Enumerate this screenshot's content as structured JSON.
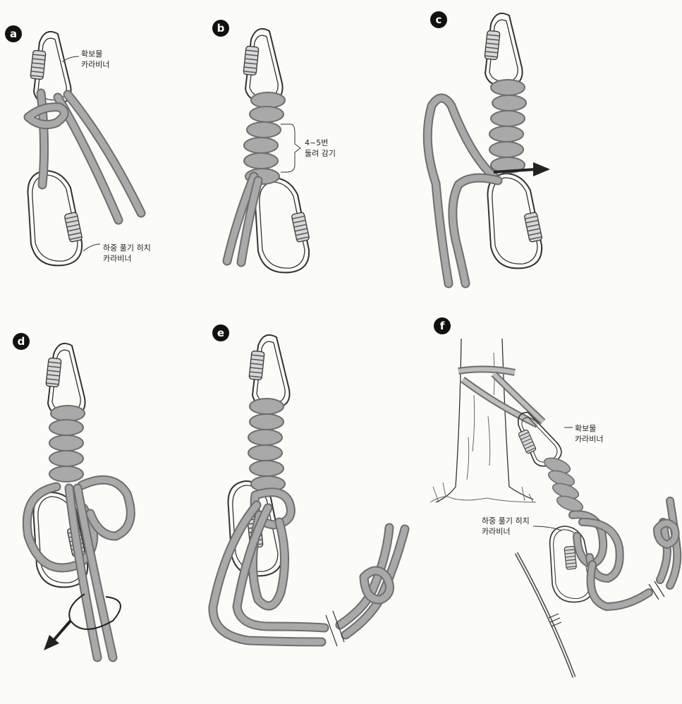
{
  "panels": [
    {
      "label": "a",
      "captions": [
        [
          "확보물",
          "카라비너"
        ],
        [
          "하중 풀기 히치",
          "카라비너"
        ]
      ]
    },
    {
      "label": "b",
      "captions": [
        [
          "4~5번",
          "둘려 감기"
        ]
      ]
    },
    {
      "label": "c",
      "captions": []
    },
    {
      "label": "d",
      "captions": []
    },
    {
      "label": "e",
      "captions": []
    },
    {
      "label": "f",
      "captions": [
        [
          "확보물",
          "카라비너"
        ],
        [
          "하중 풀기 히치",
          "카라비너"
        ]
      ]
    }
  ],
  "colors": {
    "rope": "#a9a9a9",
    "rope_outline": "#6e6e6e",
    "ink": "#222222",
    "paper": "#fbfbf8"
  }
}
